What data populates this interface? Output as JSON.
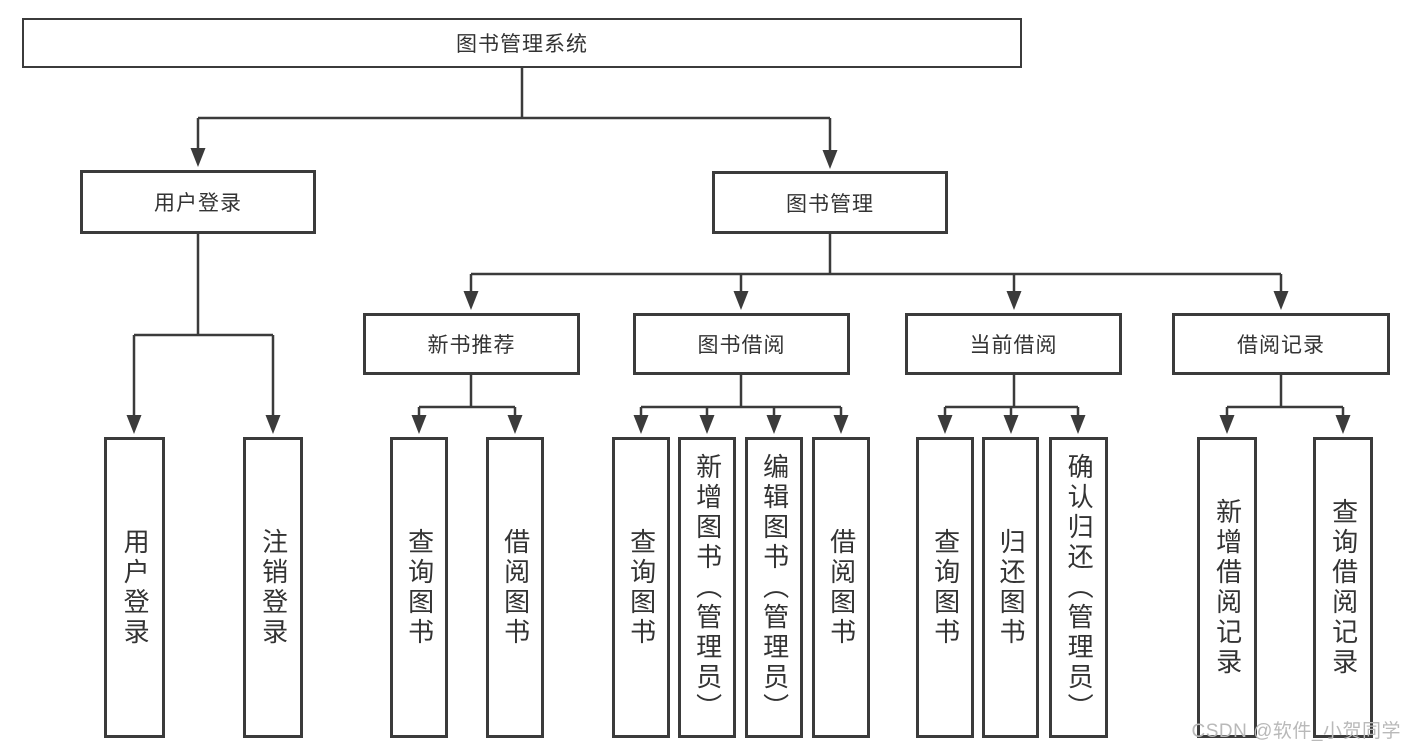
{
  "diagram": {
    "root": {
      "label": "图书管理系统"
    },
    "level2": {
      "user_login": {
        "label": "用户登录"
      },
      "book_mgmt": {
        "label": "图书管理"
      }
    },
    "level3": {
      "new_book_rec": {
        "label": "新书推荐"
      },
      "book_borrow": {
        "label": "图书借阅"
      },
      "current_borrow": {
        "label": "当前借阅"
      },
      "borrow_record": {
        "label": "借阅记录"
      }
    },
    "leaves": {
      "user_login": {
        "label": "用户登录"
      },
      "logout": {
        "label": "注销登录"
      },
      "rec_query_book": {
        "label": "查询图书"
      },
      "rec_borrow_book": {
        "label": "借阅图书"
      },
      "borrow_query_book": {
        "label": "查询图书"
      },
      "borrow_add_book": {
        "label": "新增图书（管理员）"
      },
      "borrow_edit_book": {
        "label": "编辑图书（管理员）"
      },
      "borrow_borrow_book": {
        "label": "借阅图书"
      },
      "current_query_book": {
        "label": "查询图书"
      },
      "current_return_book": {
        "label": "归还图书"
      },
      "current_confirm_return": {
        "label": "确认归还（管理员）"
      },
      "record_add": {
        "label": "新增借阅记录"
      },
      "record_query": {
        "label": "查询借阅记录"
      }
    },
    "watermark": "CSDN @软件_小贺同学",
    "colors": {
      "line": "#3b3b3b",
      "text": "#333333",
      "background": "#ffffff",
      "watermark": "#b9b9b9"
    }
  }
}
